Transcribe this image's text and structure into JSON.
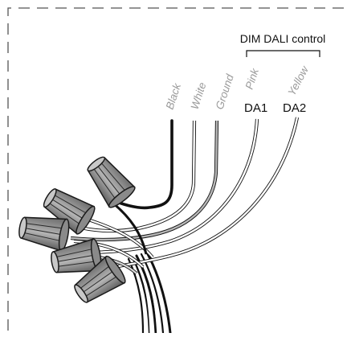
{
  "group_label": "DIM DALI control",
  "wires": [
    {
      "label": "Black",
      "color": "#111111"
    },
    {
      "label": "White",
      "color": "#c8c8c8"
    },
    {
      "label": "Ground",
      "color": "#b0b0b0"
    },
    {
      "label": "Pink",
      "color": "#d0d0d0"
    },
    {
      "label": "Yellow",
      "color": "#d0d0d0"
    }
  ],
  "terminals": {
    "da1": "DA1",
    "da2": "DA2"
  },
  "colors": {
    "border": "#555555",
    "connector_fill": "#9a9a9a",
    "connector_stroke": "#1a1a1a"
  }
}
